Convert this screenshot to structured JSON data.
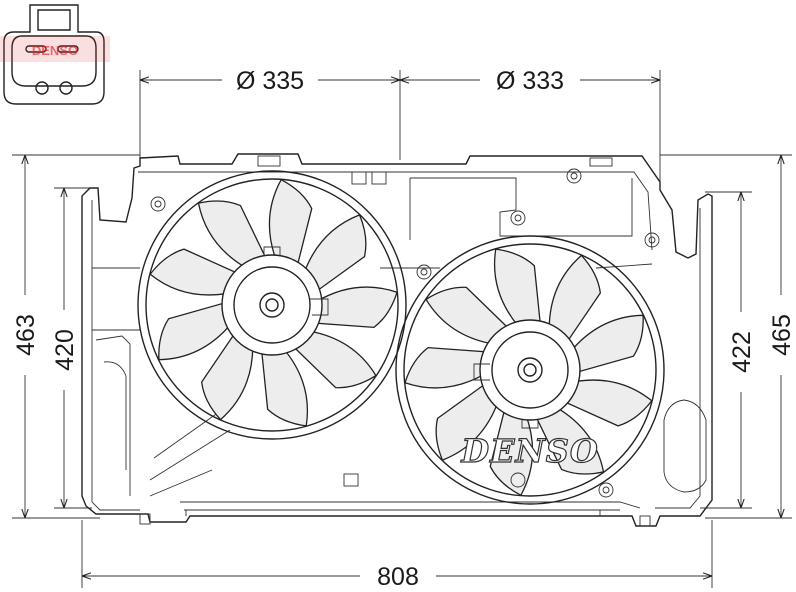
{
  "dimensions": {
    "fan_left_diameter": "Ø 335",
    "fan_right_diameter": "Ø 333",
    "overall_width": "808",
    "left_outer_height": "463",
    "left_inner_height": "420",
    "right_inner_height": "422",
    "right_outer_height": "465"
  },
  "brand": {
    "name": "DENSO",
    "connector_logo": "DENSO",
    "logo_color": "#e0262b"
  },
  "icons": [
    "connector-plug-icon",
    "radiator-fan-assembly-icon"
  ]
}
